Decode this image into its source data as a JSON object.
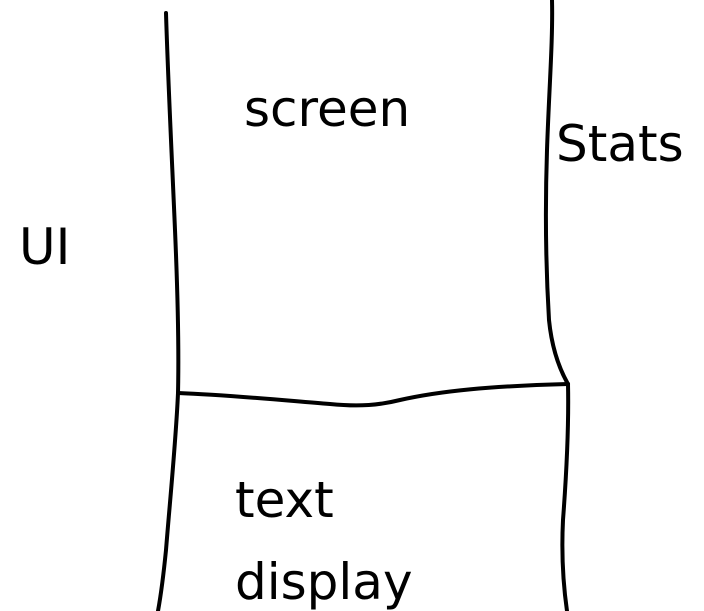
{
  "labels": {
    "left_region": "UI",
    "main_panel": "screen",
    "right_region": "Stats",
    "bottom_panel_line1": "text",
    "bottom_panel_line2": "display"
  },
  "colors": {
    "ink": "#000000",
    "background": "#ffffff"
  }
}
